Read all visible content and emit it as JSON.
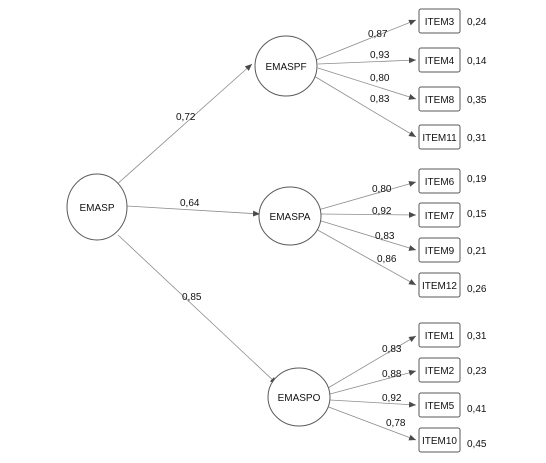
{
  "diagram": {
    "root": {
      "label": "EMASP"
    },
    "factors": [
      {
        "label": "EMASPF",
        "loading": "0,72",
        "items": [
          {
            "label": "ITEM3",
            "loading": "0,87",
            "error": "0,24"
          },
          {
            "label": "ITEM4",
            "loading": "0,93",
            "error": "0,14"
          },
          {
            "label": "ITEM8",
            "loading": "0,80",
            "error": "0,35"
          },
          {
            "label": "ITEM11",
            "loading": "0,83",
            "error": "0,31"
          }
        ]
      },
      {
        "label": "EMASPA",
        "loading": "0,64",
        "items": [
          {
            "label": "ITEM6",
            "loading": "0,80",
            "error": "0,19"
          },
          {
            "label": "ITEM7",
            "loading": "0,92",
            "error": "0,15"
          },
          {
            "label": "ITEM9",
            "loading": "0,83",
            "error": "0,21"
          },
          {
            "label": "ITEM12",
            "loading": "0,86",
            "error": "0,26"
          }
        ]
      },
      {
        "label": "EMASPO",
        "loading": "0,85",
        "items": [
          {
            "label": "ITEM1",
            "loading": "0,83",
            "error": "0,31"
          },
          {
            "label": "ITEM2",
            "loading": "0,88",
            "error": "0,23"
          },
          {
            "label": "ITEM5",
            "loading": "0,92",
            "error": "0,41"
          },
          {
            "label": "ITEM10",
            "loading": "0,78",
            "error": "0,45"
          }
        ]
      }
    ]
  }
}
